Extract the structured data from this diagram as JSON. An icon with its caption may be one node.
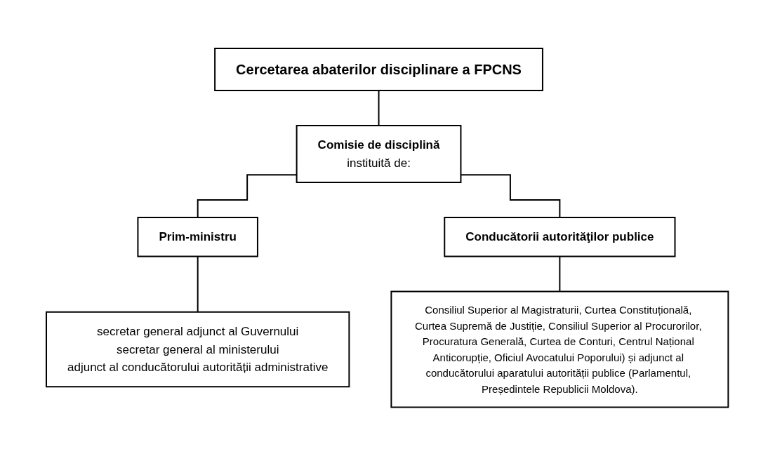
{
  "diagram": {
    "nodes": [
      {
        "text": [
          "Cercetarea abaterilor disciplinare a FPCNS"
        ]
      },
      {
        "text": [
          "Comisie de disciplină",
          "instituită de:"
        ]
      },
      {
        "text": [
          "Prim-ministru"
        ]
      },
      {
        "text": [
          "Conducătorii autorităţilor publice"
        ]
      },
      {
        "text": [
          "secretar general adjunct al Guvernului",
          "secretar general al ministerului",
          "adjunct al conducătorului autorității administrative"
        ]
      },
      {
        "text": [
          "Consiliul Superior al Magistraturii, Curtea Constituțională, Curtea Supremă de Justiție, Consiliul Superior al Procurorilor, Procuratura Generală, Curtea de Conturi, Centrul Național Anticorupție, Oficiul Avocatului Poporului) și adjunct al conducătorului aparatului autorității publice (Parlamentul, Președintele Republicii Moldova)."
        ]
      }
    ],
    "edges": [
      {
        "from": 0,
        "to": 1,
        "arrow": "none"
      },
      {
        "from": 1,
        "to": 2,
        "arrow": "none"
      },
      {
        "from": 1,
        "to": 3,
        "arrow": "none"
      },
      {
        "from": 2,
        "to": 4,
        "arrow": "none"
      },
      {
        "from": 3,
        "to": 5,
        "arrow": "none"
      }
    ]
  }
}
